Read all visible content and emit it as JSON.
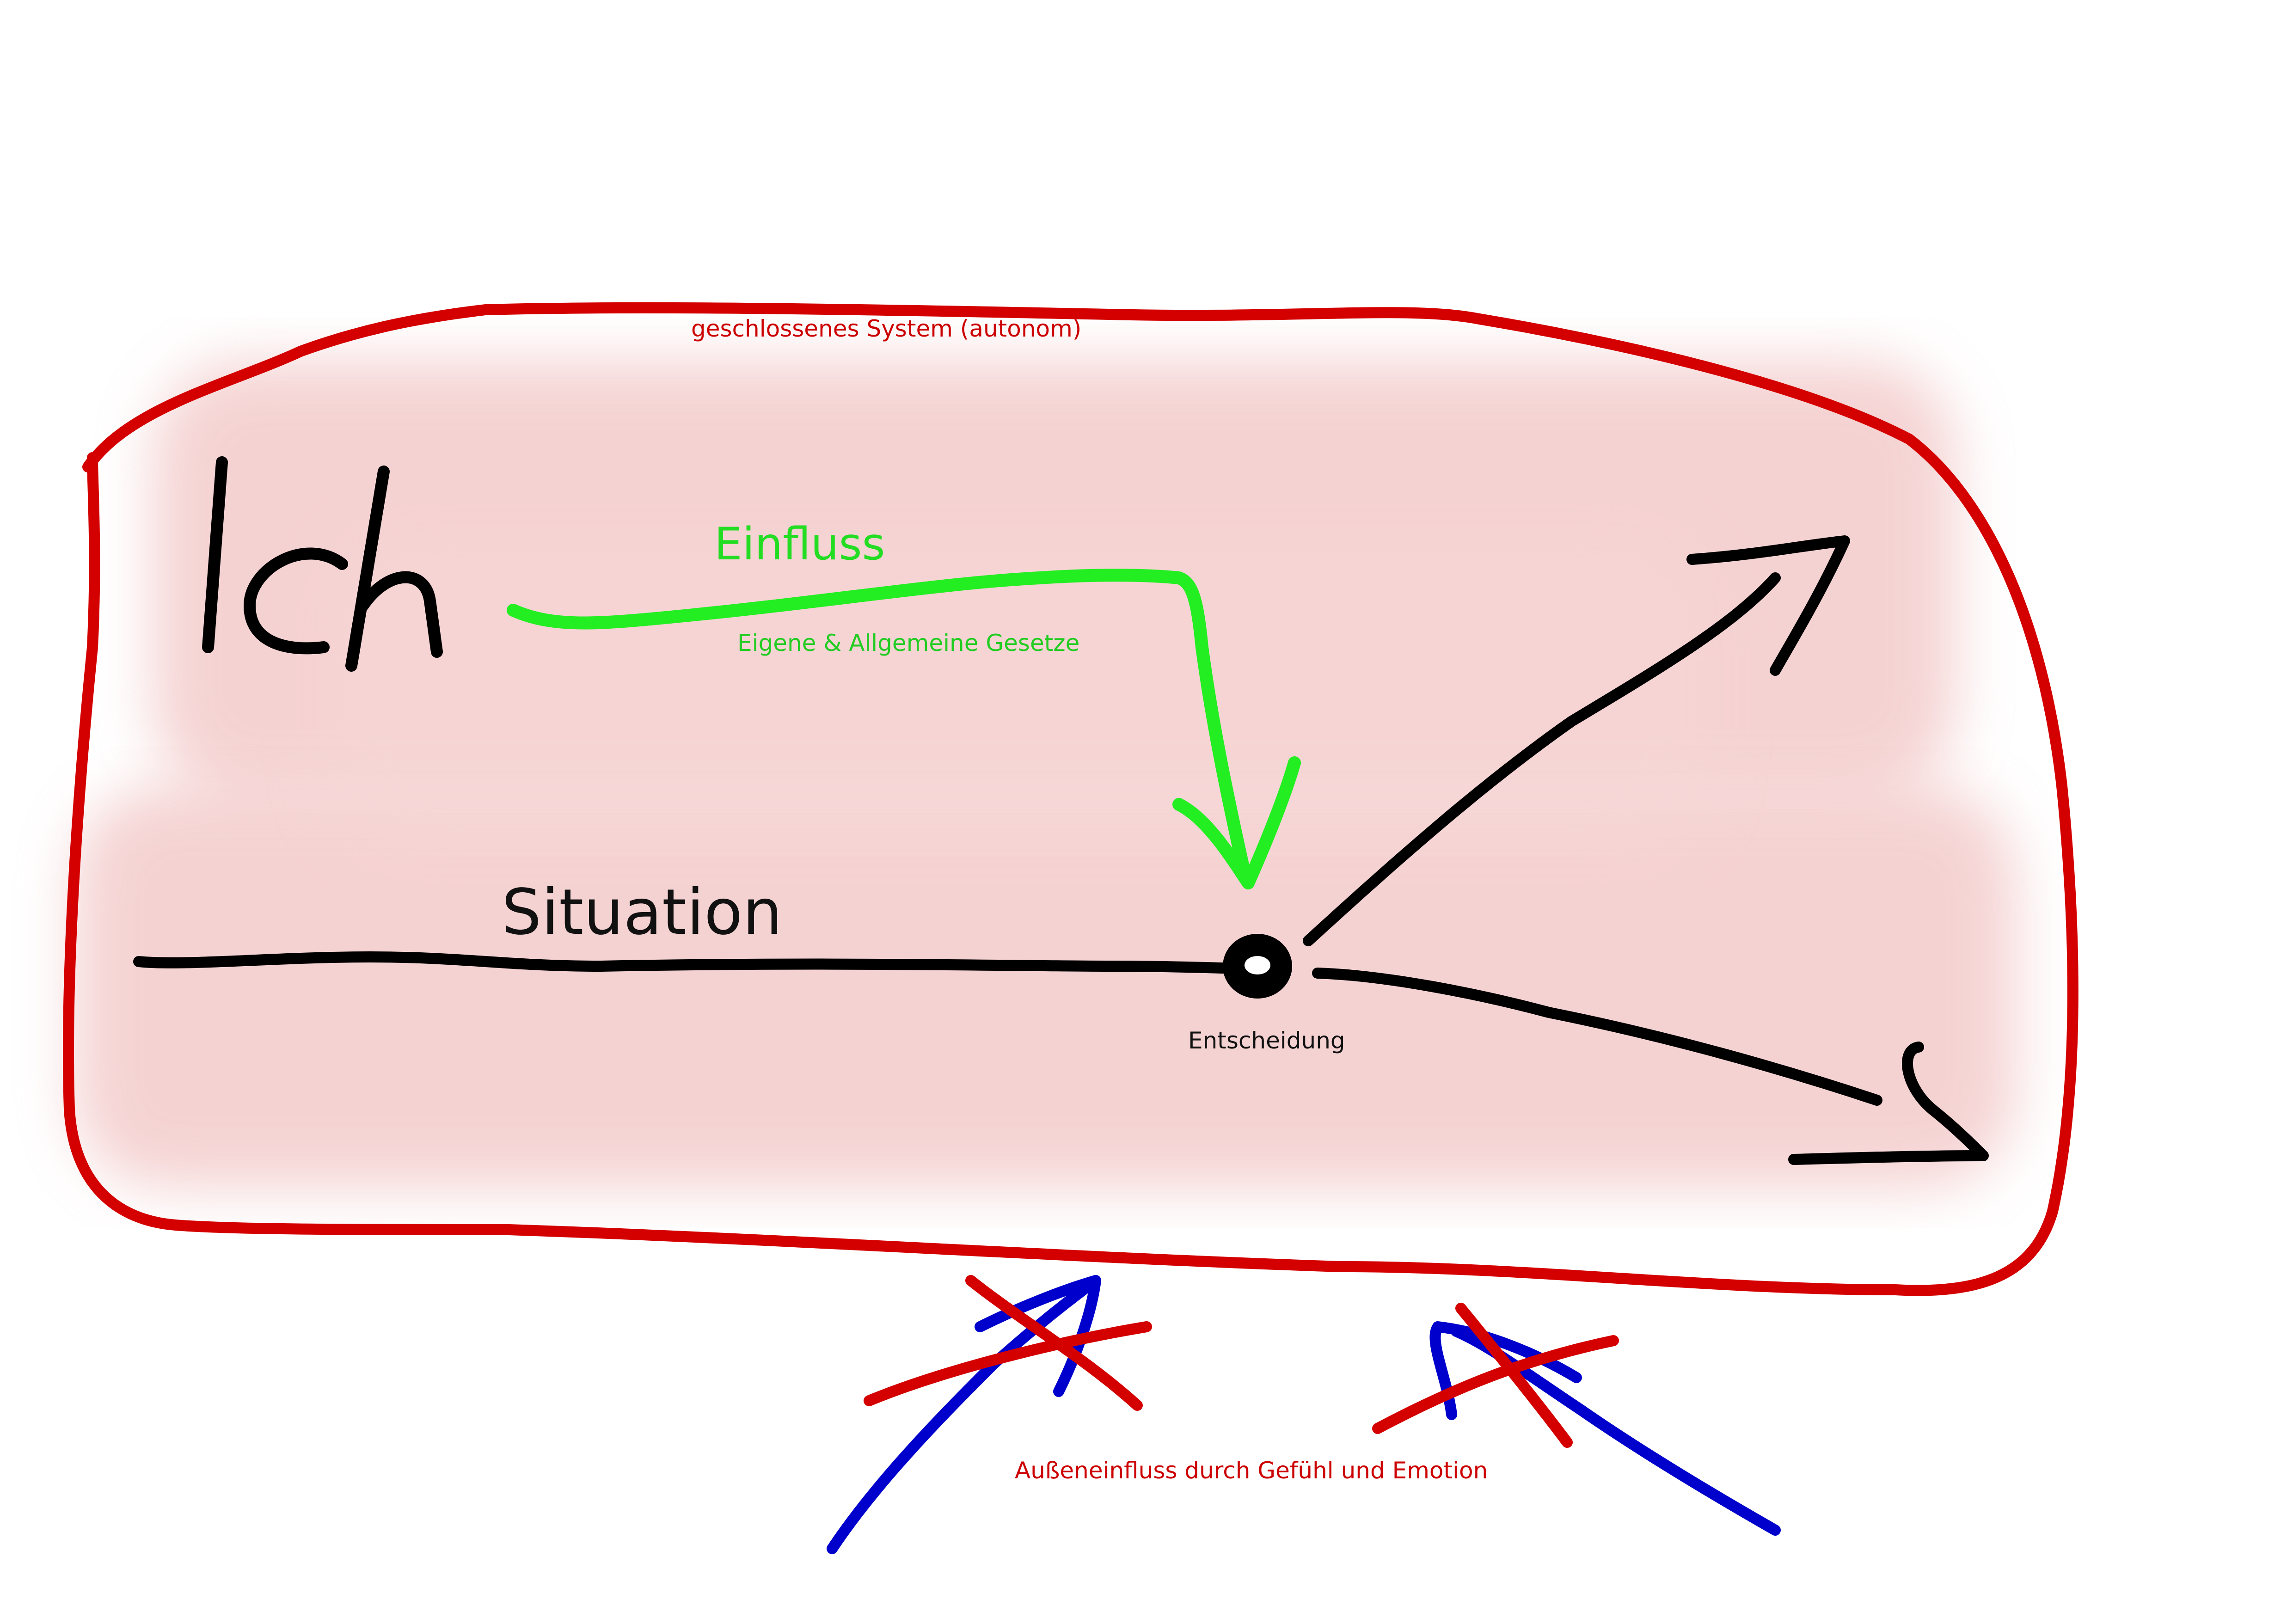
{
  "diagram": {
    "system_label": "geschlossenes System (autonom)",
    "ich_label": "Ich",
    "einfluss_label": "Einfluss",
    "einfluss_sublabel": "Eigene & Allgemeine Gesetze",
    "situation_label": "Situation",
    "entscheidung_label": "Entscheidung",
    "outside_label": "Außeneinfluss durch Gefühl und Emotion"
  },
  "colors": {
    "system_border": "#d40000",
    "system_fill": "#f2c4c4",
    "einfluss": "#22ee22",
    "situation": "#000000",
    "outside_arrow": "#0000cc",
    "cross_out": "#d40000"
  }
}
